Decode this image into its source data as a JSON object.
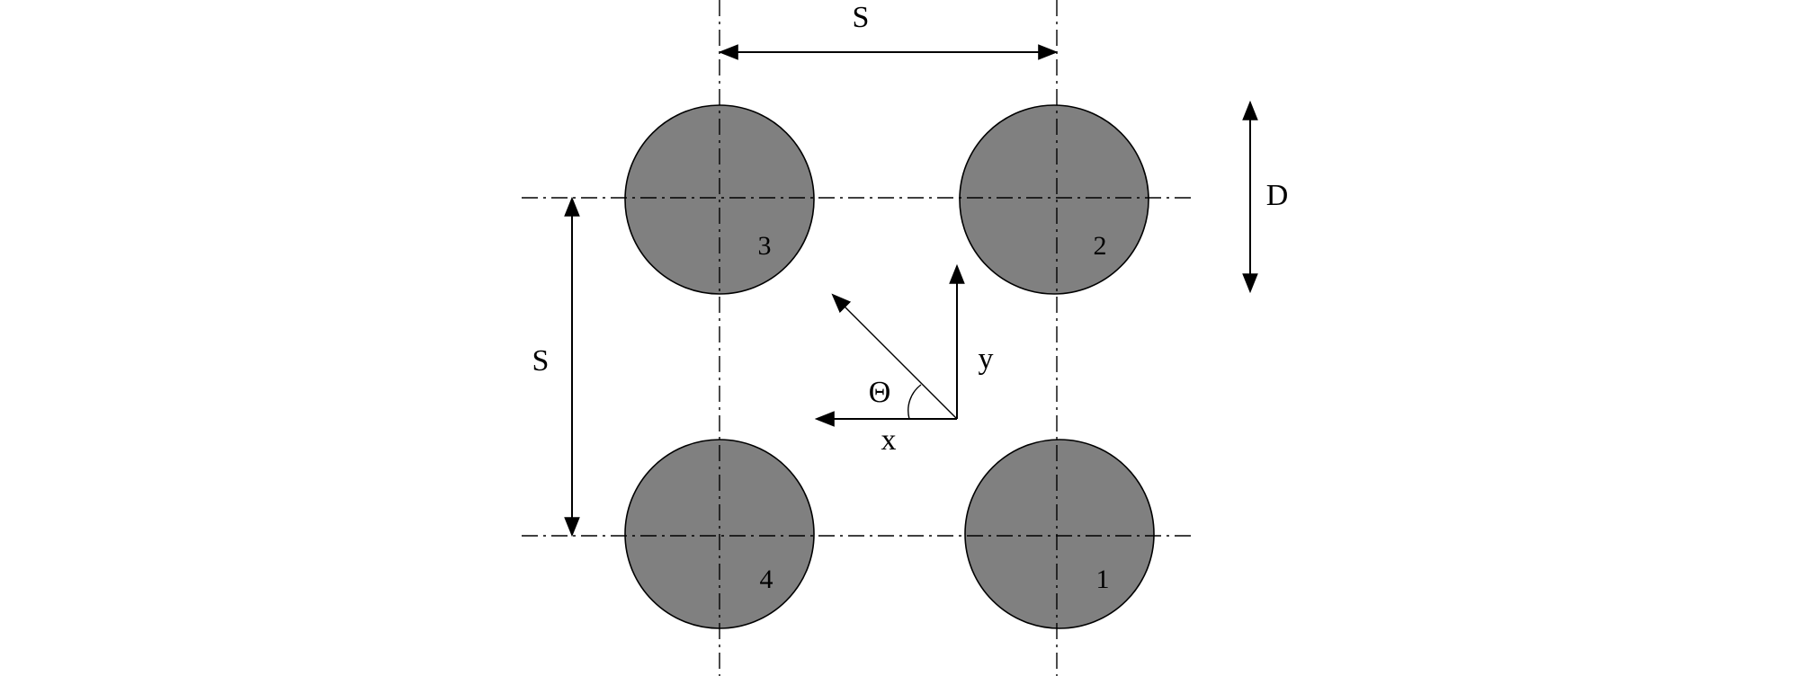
{
  "diagram": {
    "labels": {
      "spacing_top": "S",
      "spacing_left": "S",
      "diameter": "D",
      "axis_x": "x",
      "axis_y": "y",
      "angle": "Θ"
    },
    "cylinders": [
      {
        "id": "cylinder-1",
        "label": "1"
      },
      {
        "id": "cylinder-2",
        "label": "2"
      },
      {
        "id": "cylinder-3",
        "label": "3"
      },
      {
        "id": "cylinder-4",
        "label": "4"
      }
    ],
    "colors": {
      "cylinder_fill": "#808080",
      "stroke": "#000000",
      "background": "#ffffff"
    }
  }
}
